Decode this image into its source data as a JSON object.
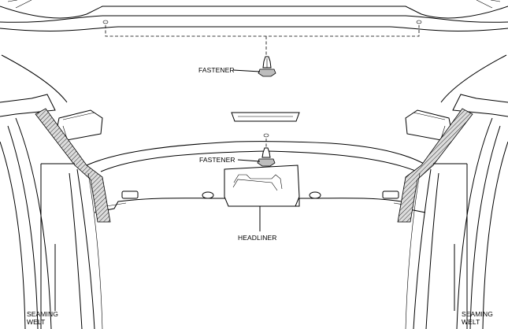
{
  "labels": {
    "fastener_top": "FASTENER",
    "fastener_mid": "FASTENER",
    "headliner": "HEADLINER",
    "seaming_left": [
      "SEAMING",
      "WELT"
    ],
    "seaming_right": [
      "SEAMING",
      "WELT"
    ]
  }
}
